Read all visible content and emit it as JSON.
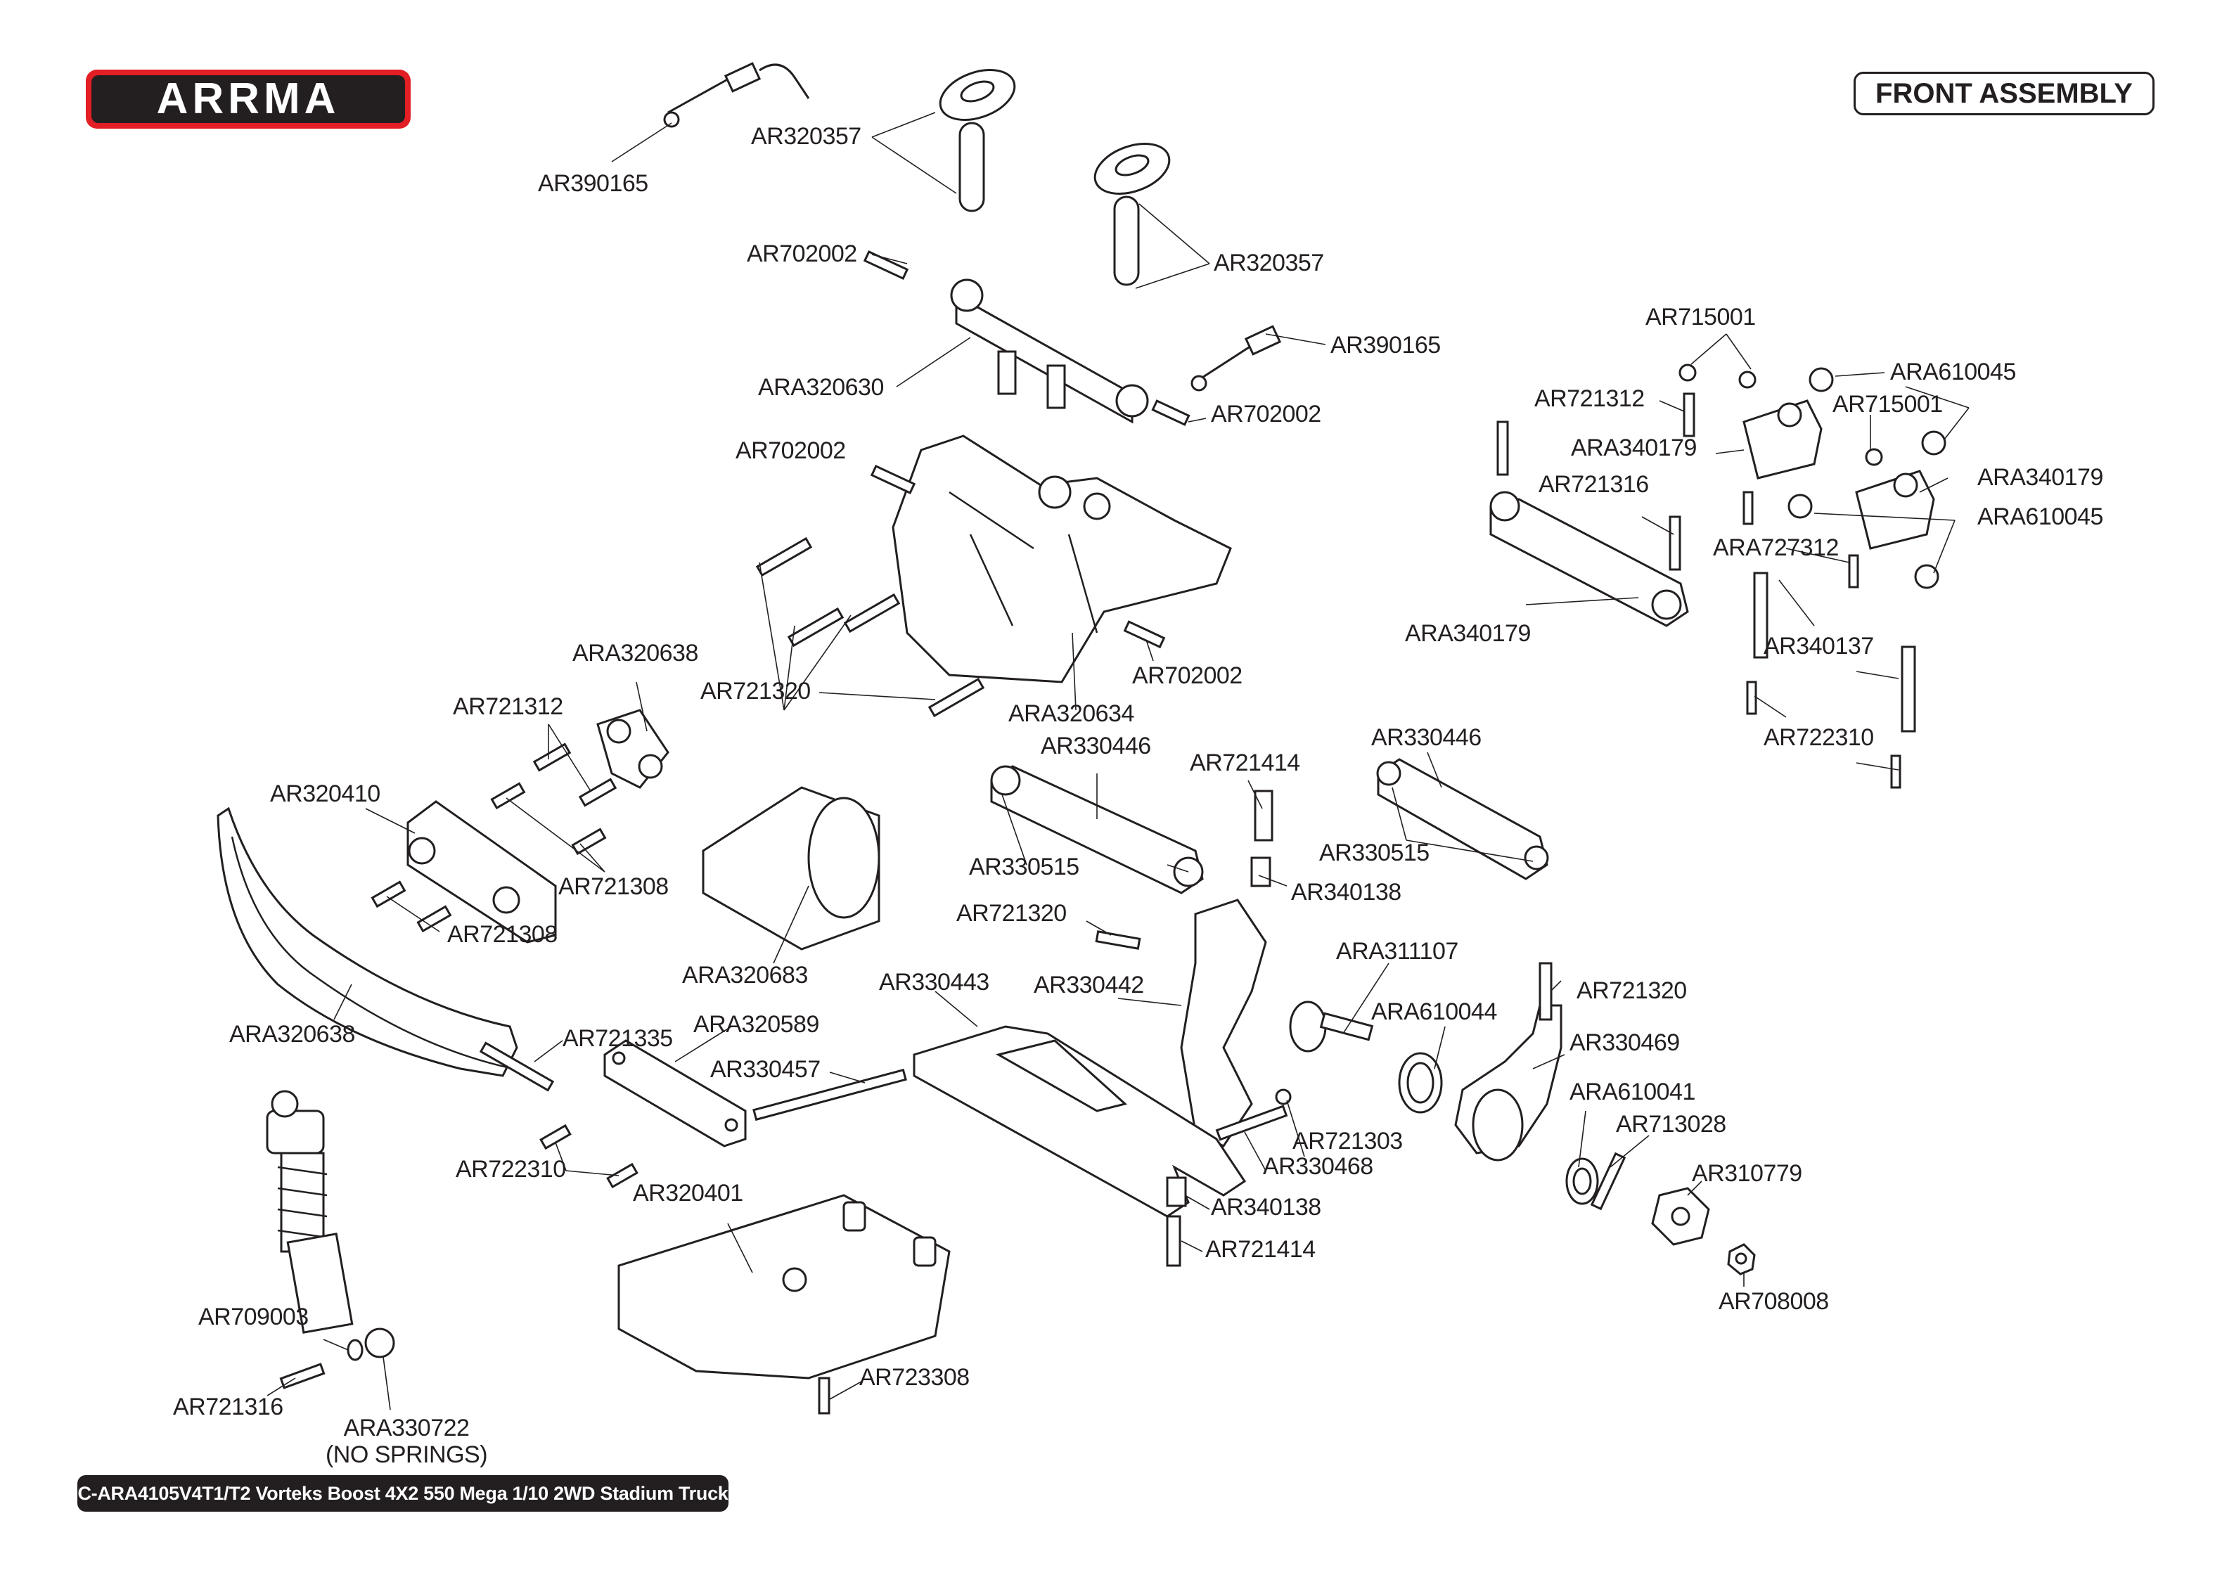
{
  "brand": {
    "logo_text": "ARRMA",
    "logo_colors": {
      "outline": "#e31e24",
      "stroke": "#231f20",
      "fill": "#ffffff"
    }
  },
  "section_title": "FRONT ASSEMBLY",
  "footer": "C-ARA4105V4T1/T2 Vorteks Boost 4X2 550 Mega 1/10 2WD Stadium Truck",
  "parts": [
    {
      "id": "p01",
      "label": "AR390165"
    },
    {
      "id": "p02",
      "label": "AR320357"
    },
    {
      "id": "p03",
      "label": "AR320357"
    },
    {
      "id": "p04",
      "label": "AR702002"
    },
    {
      "id": "p05",
      "label": "ARA320630"
    },
    {
      "id": "p06",
      "label": "AR390165"
    },
    {
      "id": "p07",
      "label": "AR702002"
    },
    {
      "id": "p08",
      "label": "AR702002"
    },
    {
      "id": "p09",
      "label": "AR715001"
    },
    {
      "id": "p10",
      "label": "ARA610045"
    },
    {
      "id": "p11",
      "label": "AR721312"
    },
    {
      "id": "p12",
      "label": "AR715001"
    },
    {
      "id": "p13",
      "label": "ARA340179"
    },
    {
      "id": "p14",
      "label": "ARA340179"
    },
    {
      "id": "p15",
      "label": "AR721316"
    },
    {
      "id": "p16",
      "label": "ARA610045"
    },
    {
      "id": "p17",
      "label": "ARA727312"
    },
    {
      "id": "p18",
      "label": "ARA340179"
    },
    {
      "id": "p19",
      "label": "AR340137"
    },
    {
      "id": "p20",
      "label": "AR722310"
    },
    {
      "id": "p21",
      "label": "ARA320638"
    },
    {
      "id": "p22",
      "label": "AR721320"
    },
    {
      "id": "p23",
      "label": "ARA320634"
    },
    {
      "id": "p24",
      "label": "AR702002"
    },
    {
      "id": "p25",
      "label": "AR721312"
    },
    {
      "id": "p26",
      "label": "AR320410"
    },
    {
      "id": "p27",
      "label": "AR721308"
    },
    {
      "id": "p28",
      "label": "AR721308"
    },
    {
      "id": "p29",
      "label": "ARA320638"
    },
    {
      "id": "p30",
      "label": "AR330446"
    },
    {
      "id": "p31",
      "label": "AR721414"
    },
    {
      "id": "p32",
      "label": "AR330446"
    },
    {
      "id": "p33",
      "label": "AR330515"
    },
    {
      "id": "p34",
      "label": "AR330515"
    },
    {
      "id": "p35",
      "label": "AR340138"
    },
    {
      "id": "p36",
      "label": "AR721320"
    },
    {
      "id": "p37",
      "label": "ARA320683"
    },
    {
      "id": "p38",
      "label": "AR330443"
    },
    {
      "id": "p39",
      "label": "AR330442"
    },
    {
      "id": "p40",
      "label": "ARA311107"
    },
    {
      "id": "p41",
      "label": "ARA610044"
    },
    {
      "id": "p42",
      "label": "AR721320"
    },
    {
      "id": "p43",
      "label": "AR330469"
    },
    {
      "id": "p44",
      "label": "ARA610041"
    },
    {
      "id": "p45",
      "label": "AR713028"
    },
    {
      "id": "p46",
      "label": "AR310779"
    },
    {
      "id": "p47",
      "label": "AR708008"
    },
    {
      "id": "p48",
      "label": "AR721335"
    },
    {
      "id": "p49",
      "label": "ARA320589"
    },
    {
      "id": "p50",
      "label": "AR330457"
    },
    {
      "id": "p51",
      "label": "AR722310"
    },
    {
      "id": "p52",
      "label": "AR320401"
    },
    {
      "id": "p53",
      "label": "AR721303"
    },
    {
      "id": "p54",
      "label": "AR330468"
    },
    {
      "id": "p55",
      "label": "AR340138"
    },
    {
      "id": "p56",
      "label": "AR721414"
    },
    {
      "id": "p57",
      "label": "AR723308"
    },
    {
      "id": "p58",
      "label": "AR709003"
    },
    {
      "id": "p59",
      "label": "AR721316"
    },
    {
      "id": "p60",
      "label": "ARA330722"
    }
  ],
  "notes": {
    "no_springs": "(NO SPRINGS)"
  }
}
